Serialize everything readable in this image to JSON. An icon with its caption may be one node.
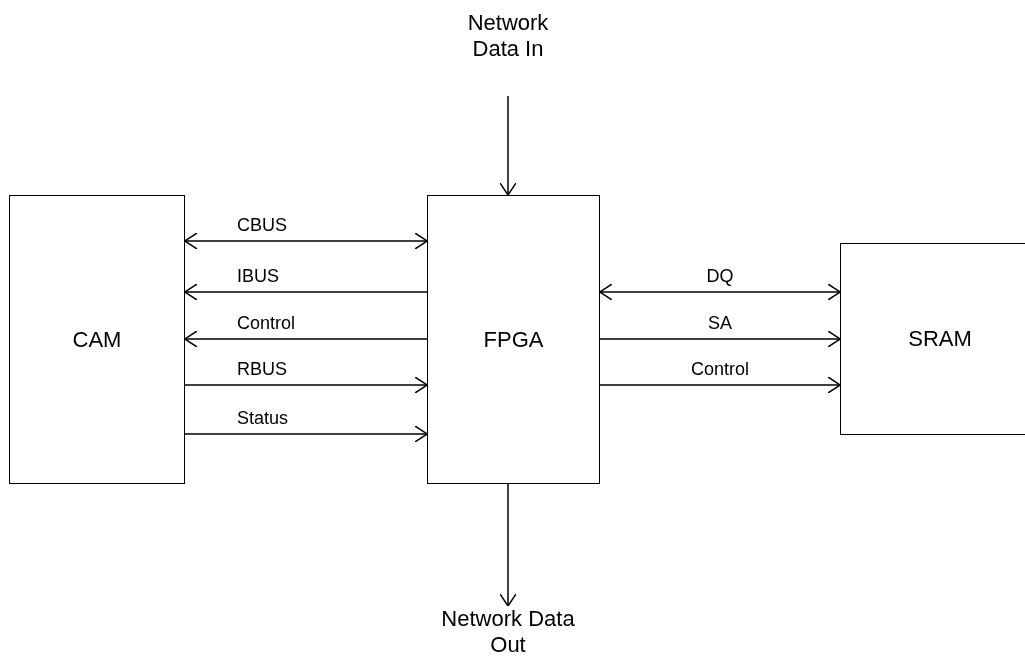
{
  "diagram": {
    "nodes": [
      {
        "text": [
          "CAM"
        ]
      },
      {
        "text": [
          "FPGA"
        ]
      },
      {
        "text": [
          "SRAM"
        ]
      },
      {
        "text": [
          "Network Data In"
        ]
      },
      {
        "text": [
          "Network Data Out"
        ]
      }
    ],
    "edges": [
      {
        "from": 0,
        "to": 1,
        "arrow": "both",
        "label": "CBUS"
      },
      {
        "from": 1,
        "to": 0,
        "arrow": "to",
        "label": "IBUS"
      },
      {
        "from": 1,
        "to": 0,
        "arrow": "to",
        "label": "Control"
      },
      {
        "from": 0,
        "to": 1,
        "arrow": "to",
        "label": "RBUS"
      },
      {
        "from": 0,
        "to": 1,
        "arrow": "to",
        "label": "Status"
      },
      {
        "from": 1,
        "to": 2,
        "arrow": "both",
        "label": "DQ"
      },
      {
        "from": 1,
        "to": 2,
        "arrow": "to",
        "label": "SA"
      },
      {
        "from": 1,
        "to": 2,
        "arrow": "to",
        "label": "Control"
      },
      {
        "from": 3,
        "to": 1,
        "arrow": "to"
      },
      {
        "from": 1,
        "to": 4,
        "arrow": "to"
      }
    ]
  }
}
